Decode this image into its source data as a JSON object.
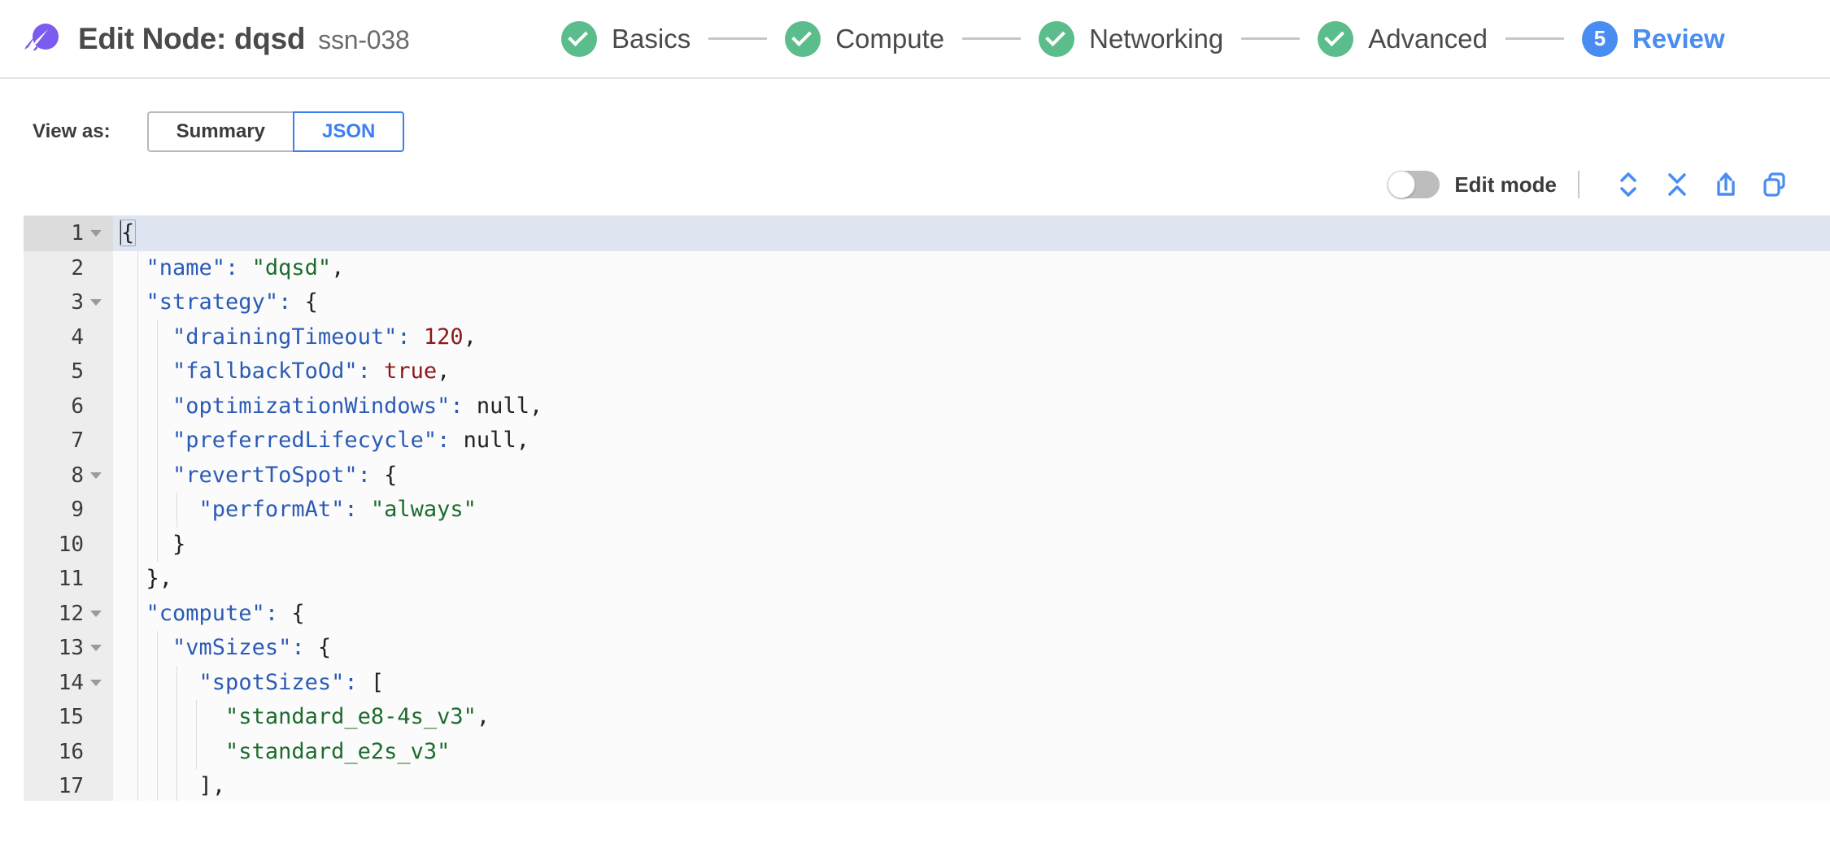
{
  "header": {
    "logo_icon": "spot-comet-logo",
    "title": "Edit Node: dqsd",
    "node_id": "ssn-038",
    "brand_color": "#7c5cf0"
  },
  "stepper": {
    "active_color": "#4a8df2",
    "done_color": "#5cbd8c",
    "steps": [
      {
        "label": "Basics",
        "state": "done",
        "number": "1"
      },
      {
        "label": "Compute",
        "state": "done",
        "number": "2"
      },
      {
        "label": "Networking",
        "state": "done",
        "number": "3"
      },
      {
        "label": "Advanced",
        "state": "done",
        "number": "4"
      },
      {
        "label": "Review",
        "state": "active",
        "number": "5"
      }
    ]
  },
  "view_as": {
    "label": "View as:",
    "options": [
      {
        "label": "Summary",
        "selected": false
      },
      {
        "label": "JSON",
        "selected": true
      }
    ]
  },
  "editor_toolbar": {
    "edit_mode_label": "Edit mode",
    "edit_mode_on": false,
    "icons": [
      {
        "name": "expand-all-icon",
        "title": "Expand all"
      },
      {
        "name": "collapse-all-icon",
        "title": "Collapse all"
      },
      {
        "name": "export-icon",
        "title": "Export"
      },
      {
        "name": "copy-icon",
        "title": "Copy"
      }
    ],
    "icon_color": "#4a8df2"
  },
  "json_editor": {
    "active_line": 1,
    "lines": [
      {
        "n": "1",
        "fold": true,
        "indent": 0,
        "text": "{"
      },
      {
        "n": "2",
        "fold": false,
        "indent": 1,
        "text": "\"name\": \"dqsd\","
      },
      {
        "n": "3",
        "fold": true,
        "indent": 1,
        "text": "\"strategy\": {"
      },
      {
        "n": "4",
        "fold": false,
        "indent": 2,
        "text": "\"drainingTimeout\": 120,"
      },
      {
        "n": "5",
        "fold": false,
        "indent": 2,
        "text": "\"fallbackToOd\": true,"
      },
      {
        "n": "6",
        "fold": false,
        "indent": 2,
        "text": "\"optimizationWindows\": null,"
      },
      {
        "n": "7",
        "fold": false,
        "indent": 2,
        "text": "\"preferredLifecycle\": null,"
      },
      {
        "n": "8",
        "fold": true,
        "indent": 2,
        "text": "\"revertToSpot\": {"
      },
      {
        "n": "9",
        "fold": false,
        "indent": 3,
        "text": "\"performAt\": \"always\""
      },
      {
        "n": "10",
        "fold": false,
        "indent": 2,
        "text": "}"
      },
      {
        "n": "11",
        "fold": false,
        "indent": 1,
        "text": "},"
      },
      {
        "n": "12",
        "fold": true,
        "indent": 1,
        "text": "\"compute\": {"
      },
      {
        "n": "13",
        "fold": true,
        "indent": 2,
        "text": "\"vmSizes\": {"
      },
      {
        "n": "14",
        "fold": true,
        "indent": 3,
        "text": "\"spotSizes\": ["
      },
      {
        "n": "15",
        "fold": false,
        "indent": 4,
        "text": "\"standard_e8-4s_v3\","
      },
      {
        "n": "16",
        "fold": false,
        "indent": 4,
        "text": "\"standard_e2s_v3\""
      },
      {
        "n": "17",
        "fold": false,
        "indent": 3,
        "text": "],"
      }
    ],
    "json_value": {
      "name": "dqsd",
      "strategy": {
        "drainingTimeout": 120,
        "fallbackToOd": true,
        "optimizationWindows": null,
        "preferredLifecycle": null,
        "revertToSpot": {
          "performAt": "always"
        }
      },
      "compute": {
        "vmSizes": {
          "spotSizes": [
            "standard_e8-4s_v3",
            "standard_e2s_v3"
          ]
        }
      }
    }
  }
}
